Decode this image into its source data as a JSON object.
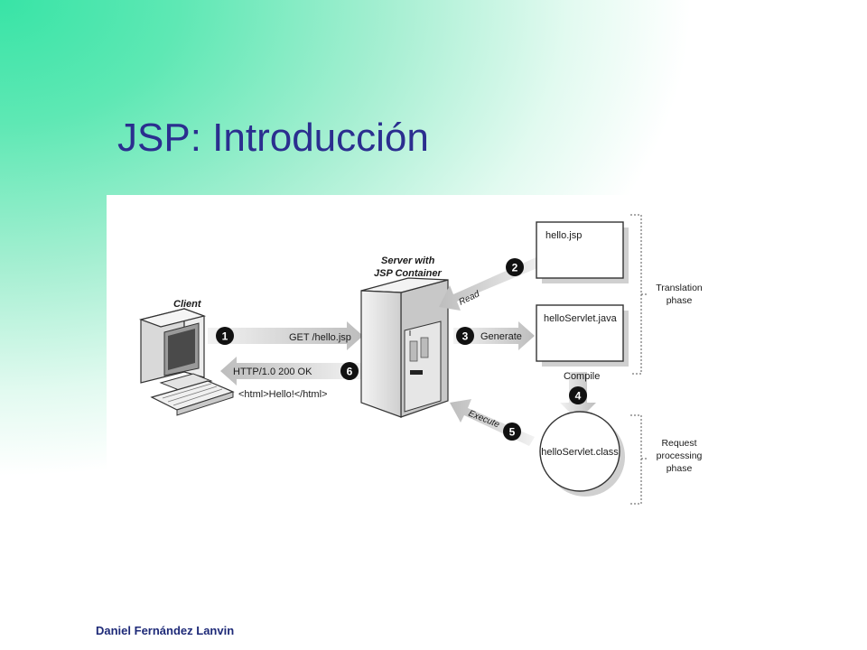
{
  "slide": {
    "title": "JSP: Introducción",
    "author": "Daniel Fernández Lanvin"
  },
  "diagram": {
    "client_label": "Client",
    "server_label_line1": "Server with",
    "server_label_line2": "JSP Container",
    "files": {
      "jsp": "hello.jsp",
      "java": "helloServlet.java",
      "class": "helloServlet.class"
    },
    "steps": [
      {
        "number": "1",
        "label": "GET /hello.jsp"
      },
      {
        "number": "2",
        "label": "Read"
      },
      {
        "number": "3",
        "label": "Generate"
      },
      {
        "number": "4",
        "label": "Compile"
      },
      {
        "number": "5",
        "label": "Execute"
      },
      {
        "number": "6",
        "label": "HTTP/1.0 200 OK"
      }
    ],
    "response_body": "<html>Hello!</html>",
    "phases": {
      "translation_line1": "Translation",
      "translation_line2": "phase",
      "request_line1": "Request",
      "request_line2": "processing",
      "request_line3": "phase"
    }
  }
}
